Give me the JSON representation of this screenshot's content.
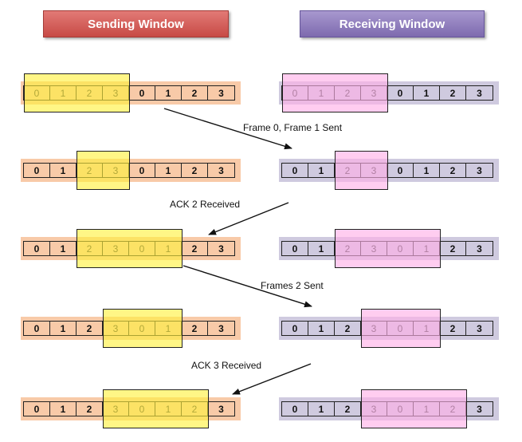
{
  "headers": {
    "sending": "Sending Window",
    "receiving": "Receiving Window"
  },
  "frame_numbers": [
    "0",
    "1",
    "2",
    "3",
    "0",
    "1",
    "2",
    "3"
  ],
  "rows": [
    {
      "send_window": [
        0,
        4
      ],
      "recv_window": [
        0,
        4
      ]
    },
    {
      "send_window": [
        2,
        4
      ],
      "recv_window": [
        2,
        4
      ]
    },
    {
      "send_window": [
        2,
        6
      ],
      "recv_window": [
        2,
        6
      ]
    },
    {
      "send_window": [
        3,
        6
      ],
      "recv_window": [
        3,
        6
      ]
    },
    {
      "send_window": [
        3,
        7
      ],
      "recv_window": [
        3,
        7
      ]
    }
  ],
  "events": [
    {
      "label": "Frame 0, Frame 1 Sent",
      "direction": "right"
    },
    {
      "label": "ACK 2 Received",
      "direction": "left"
    },
    {
      "label": "Frames 2 Sent",
      "direction": "right"
    },
    {
      "label": "ACK 3 Received",
      "direction": "left"
    }
  ],
  "colors": {
    "send_strip": "#f8caa8",
    "recv_strip": "#cfcadf",
    "send_window": "#fff03c",
    "recv_window": "#ffafe6"
  }
}
